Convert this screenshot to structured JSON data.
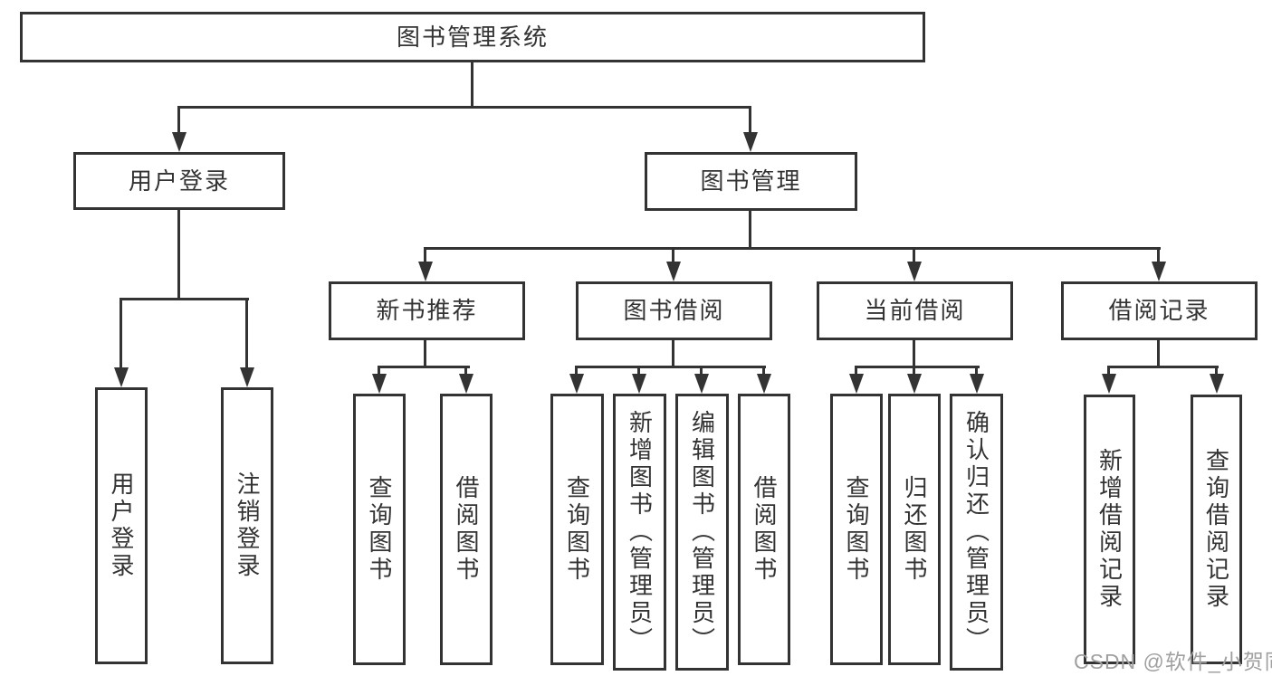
{
  "title": "图书管理系统",
  "watermark": "CSDN @软件_小贺同学",
  "colors": {
    "line": "#333333",
    "text": "#333333",
    "background": "#ffffff",
    "watermark": "#a0a0a0"
  },
  "tree": {
    "label": "图书管理系统",
    "children": [
      {
        "label": "用户登录",
        "children": [
          {
            "label": "用户登录"
          },
          {
            "label": "注销登录"
          }
        ]
      },
      {
        "label": "图书管理",
        "children": [
          {
            "label": "新书推荐",
            "children": [
              {
                "label": "查询图书"
              },
              {
                "label": "借阅图书"
              }
            ]
          },
          {
            "label": "图书借阅",
            "children": [
              {
                "label": "查询图书"
              },
              {
                "label": "新增图书（管理员）"
              },
              {
                "label": "编辑图书（管理员）"
              },
              {
                "label": "借阅图书"
              }
            ]
          },
          {
            "label": "当前借阅",
            "children": [
              {
                "label": "查询图书"
              },
              {
                "label": "归还图书"
              },
              {
                "label": "确认归还（管理员）"
              }
            ]
          },
          {
            "label": "借阅记录",
            "children": [
              {
                "label": "新增借阅记录"
              },
              {
                "label": "查询借阅记录"
              }
            ]
          }
        ]
      }
    ]
  }
}
